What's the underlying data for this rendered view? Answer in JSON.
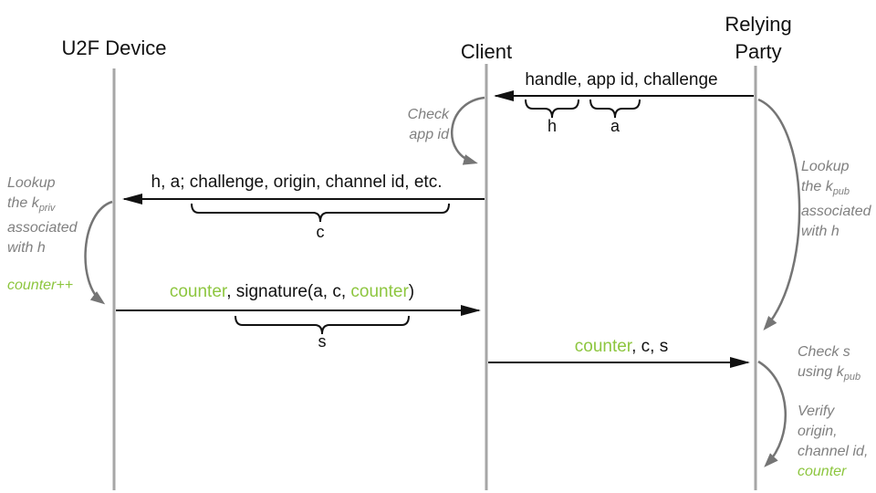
{
  "actors": {
    "u2f": "U2F Device",
    "client": "Client",
    "relying_party": "Relying Party"
  },
  "messages": {
    "m1": "handle, app id, challenge",
    "m2": "h, a; challenge, origin, channel id, etc.",
    "m3_counter1": "counter",
    "m3_mid": ", signature(a, c, ",
    "m3_counter2": "counter",
    "m3_close": ")",
    "m4_counter": "counter",
    "m4_rest": ", c, s"
  },
  "braces": {
    "h": "h",
    "a": "a",
    "c": "c",
    "s": "s"
  },
  "annotations": {
    "check_app_id": "Check app id",
    "lookup_kpriv": {
      "l1": "Lookup",
      "l2a": "the k",
      "l2sub": "priv",
      "l3": "associated",
      "l4": "with h"
    },
    "counter_inc": "counter++",
    "lookup_kpub": {
      "l1": "Lookup",
      "l2a": "the k",
      "l2sub": "pub",
      "l3": "associated",
      "l4": "with h"
    },
    "check_s": {
      "l1": "Check s",
      "l2a": "using k",
      "l2sub": "pub"
    },
    "verify": {
      "l1": "Verify",
      "l2": "origin,",
      "l3": "channel id,",
      "l4_counter": "counter"
    }
  },
  "colors": {
    "green": "#8dc63f",
    "note_gray": "#808080",
    "lifeline_gray": "#a6a6a6",
    "arc_gray": "#757575",
    "ink": "#111111"
  }
}
